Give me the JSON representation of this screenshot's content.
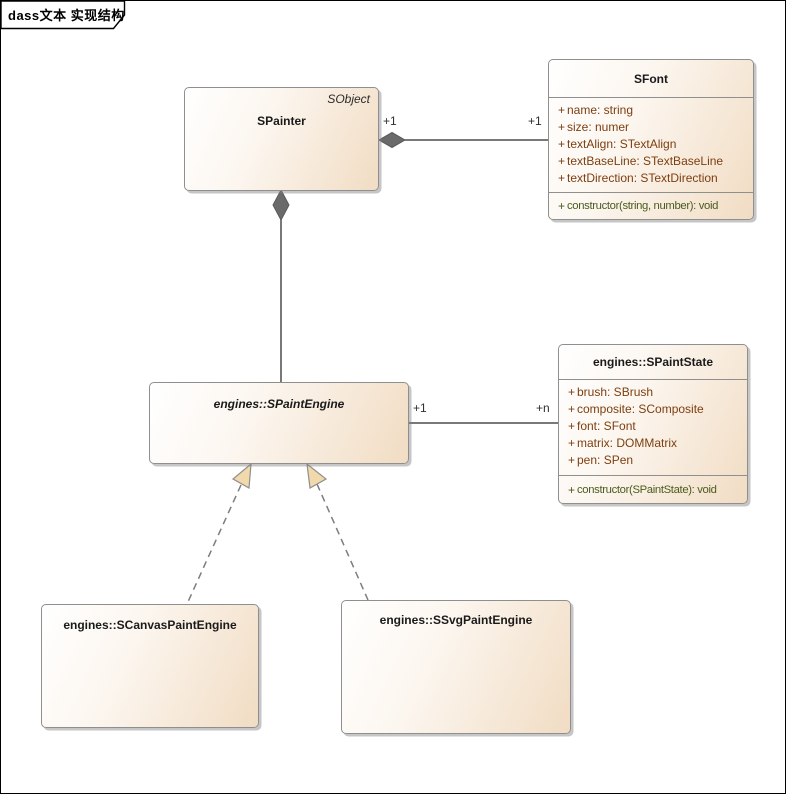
{
  "frame": {
    "title": "dass文本 实现结构"
  },
  "classes": {
    "spainter": {
      "name": "SPainter",
      "stereotype": "SObject"
    },
    "sfont": {
      "name": "SFont",
      "attributes": [
        {
          "vis": "+",
          "label": "name: string"
        },
        {
          "vis": "+",
          "label": "size: numer"
        },
        {
          "vis": "+",
          "label": "textAlign: STextAlign"
        },
        {
          "vis": "+",
          "label": "textBaseLine: STextBaseLine"
        },
        {
          "vis": "+",
          "label": "textDirection: STextDirection"
        }
      ],
      "operations": [
        {
          "vis": "+",
          "label": "constructor(string, number): void"
        }
      ]
    },
    "spaintengine": {
      "name": "engines::SPaintEngine"
    },
    "spaintstate": {
      "name": "engines::SPaintState",
      "attributes": [
        {
          "vis": "+",
          "label": "brush: SBrush"
        },
        {
          "vis": "+",
          "label": "composite: SComposite"
        },
        {
          "vis": "+",
          "label": "font: SFont"
        },
        {
          "vis": "+",
          "label": "matrix: DOMMatrix"
        },
        {
          "vis": "+",
          "label": "pen: SPen"
        }
      ],
      "operations": [
        {
          "vis": "+",
          "label": "constructor(SPaintState): void"
        }
      ]
    },
    "scanvaspaintengine": {
      "name": "engines::SCanvasPaintEngine"
    },
    "ssvgpaintengine": {
      "name": "engines::SSvgPaintEngine"
    }
  },
  "connectors": {
    "painter_font": {
      "type": "composition",
      "source_label": "+1",
      "target_label": "+1"
    },
    "painter_engine": {
      "type": "composition"
    },
    "engine_state": {
      "type": "association",
      "source_label": "+1",
      "target_label": "+n"
    },
    "canvas_realizes_engine": {
      "type": "realization"
    },
    "svg_realizes_engine": {
      "type": "realization"
    }
  },
  "colors": {
    "box_fill_end": "#f1dcc3",
    "box_border": "#8f8f8f",
    "attribute_text": "#7d3e10",
    "operation_text": "#4b5c1e",
    "connector_line": "#4d4d4d",
    "composition_diamond": "#6a6a6a",
    "realization_arrow_fill": "#f2d9ab"
  }
}
